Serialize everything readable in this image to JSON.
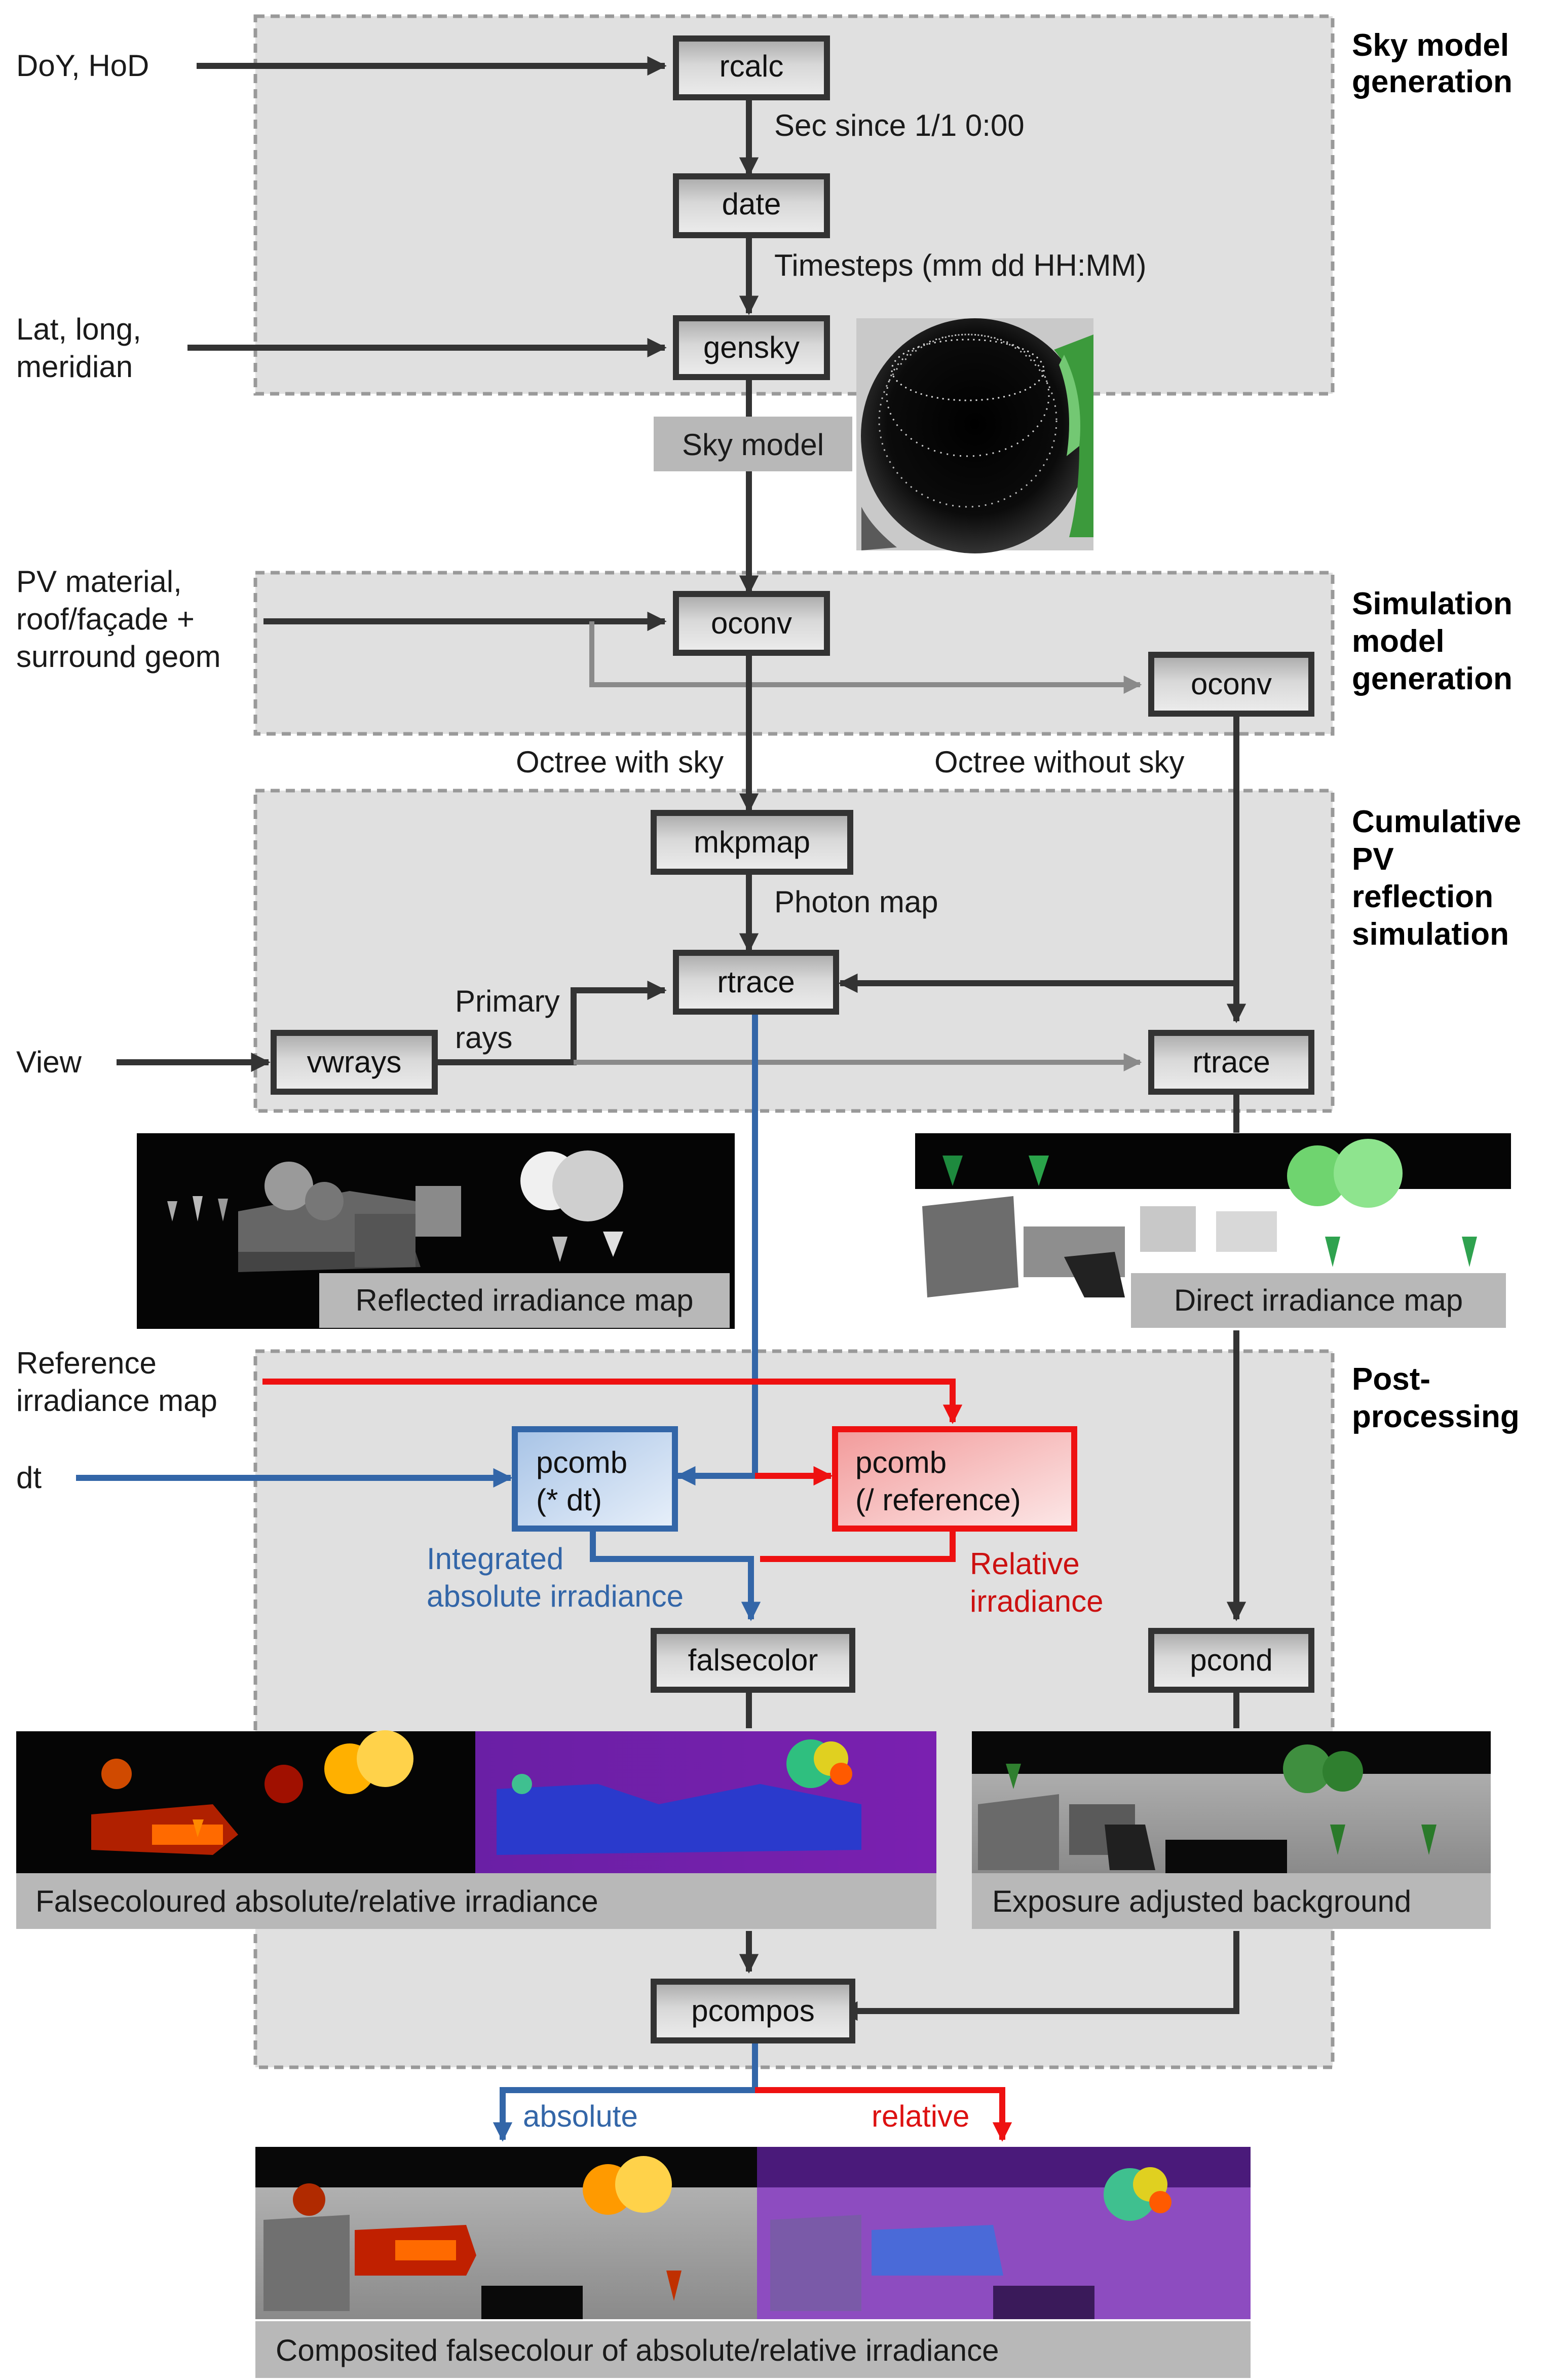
{
  "sections": {
    "sky": "Sky model generation",
    "sim": "Simulation model generation",
    "cum": "Cumulative PV reflection simulation",
    "post": "Post-processing"
  },
  "section_lines": {
    "sky": [
      "Sky model",
      "generation"
    ],
    "sim": [
      "Simulation",
      "model",
      "generation"
    ],
    "cum": [
      "Cumulative",
      "PV",
      "reflection",
      "simulation"
    ],
    "post": [
      "Post-",
      "processing"
    ]
  },
  "inputs": {
    "doy": "DoY, HoD",
    "lat": [
      "Lat, long,",
      "meridian"
    ],
    "pv": [
      "PV material,",
      "roof/façade +",
      "surround geom"
    ],
    "view": "View",
    "ref": [
      "Reference",
      "irradiance map"
    ],
    "dt": "dt"
  },
  "nodes": {
    "rcalc": "rcalc",
    "date": "date",
    "gensky": "gensky",
    "oconv1": "oconv",
    "oconv2": "oconv",
    "mkpmap": "mkpmap",
    "rtrace1": "rtrace",
    "vwrays": "vwrays",
    "rtrace2": "rtrace",
    "pcomb1": [
      "pcomb",
      "(* dt)"
    ],
    "pcomb2": [
      "pcomb",
      "(/ reference)"
    ],
    "falsecolor": "falsecolor",
    "pcond": "pcond",
    "pcompos": "pcompos"
  },
  "edge_labels": {
    "sec": "Sec since 1/1 0:00",
    "timesteps": "Timesteps (mm dd HH:MM)",
    "octree_sky": "Octree with sky",
    "octree_nosky": "Octree without sky",
    "photon": "Photon map",
    "primary": [
      "Primary",
      "rays"
    ],
    "integrated": [
      "Integrated",
      "absolute irradiance"
    ],
    "relative": [
      "Relative",
      "irradiance"
    ],
    "absolute_out": "absolute",
    "relative_out": "relative"
  },
  "images": {
    "sky_model": "Sky model",
    "reflected": "Reflected irradiance map",
    "direct": "Direct irradiance map",
    "falsecoloured": "Falsecoloured absolute/relative irradiance",
    "exposure": "Exposure adjusted background",
    "composited": "Composited falsecolour of absolute/relative irradiance"
  },
  "colors": {
    "section_fill": "#e0e0e0",
    "node_fill": "#d6d6d6",
    "dark_edge": "#333333",
    "grey_edge": "#8a8a8a",
    "blue": "#3366a8",
    "red": "#ee1111",
    "caption_fill": "#b8b8b8"
  }
}
